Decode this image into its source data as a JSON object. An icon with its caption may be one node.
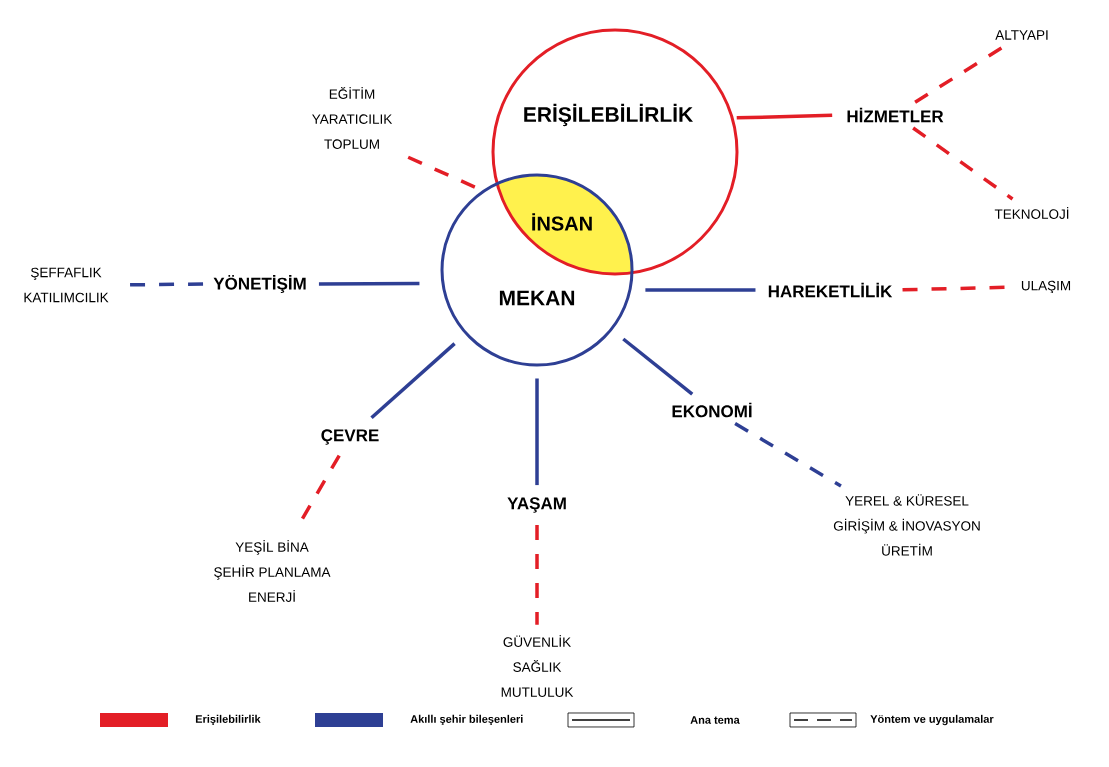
{
  "diagram": {
    "nodes": [
      {
        "text": [
          "ERİŞİLEBİLİRLİK"
        ]
      },
      {
        "text": [
          "MEKAN"
        ]
      },
      {
        "text": [
          "İNSAN"
        ]
      },
      {
        "text": [
          "EĞİTİM",
          "YARATICILIK",
          "TOPLUM"
        ]
      },
      {
        "text": [
          "HİZMETLER"
        ]
      },
      {
        "text": [
          "ALTYAPI"
        ]
      },
      {
        "text": [
          "TEKNOLOJİ"
        ]
      },
      {
        "text": [
          "ŞEFFAFLIK",
          "KATILIMCILIK"
        ]
      },
      {
        "text": [
          "YÖNETİŞİM"
        ]
      },
      {
        "text": [
          "HAREKETLİLİK"
        ]
      },
      {
        "text": [
          "ULAŞIM"
        ]
      },
      {
        "text": [
          "ÇEVRE"
        ]
      },
      {
        "text": [
          "YEŞİL BİNA",
          "ŞEHİR PLANLAMA",
          "ENERJİ"
        ]
      },
      {
        "text": [
          "YAŞAM"
        ]
      },
      {
        "text": [
          "GÜVENLİK",
          "SAĞLIK",
          "MUTLULUK"
        ]
      },
      {
        "text": [
          "EKONOMİ"
        ]
      },
      {
        "text": [
          "YEREL & KÜRESEL",
          "GİRİŞİM & İNOVASYON",
          "ÜRETİM"
        ]
      }
    ],
    "edges": [
      {
        "from": 2,
        "to": 3,
        "arrow": "none",
        "style": "dashed",
        "color": "#e31e26"
      },
      {
        "from": 0,
        "to": 4,
        "arrow": "none",
        "color": "#e31e26"
      },
      {
        "from": 4,
        "to": 5,
        "arrow": "none",
        "style": "dashed",
        "color": "#e31e26"
      },
      {
        "from": 4,
        "to": 6,
        "arrow": "none",
        "style": "dashed",
        "color": "#e31e26"
      },
      {
        "from": 8,
        "to": 7,
        "arrow": "none",
        "style": "dashed",
        "color": "#2e3f94"
      },
      {
        "from": 1,
        "to": 8,
        "arrow": "none",
        "color": "#2e3f94"
      },
      {
        "from": 1,
        "to": 9,
        "arrow": "none",
        "color": "#2e3f94"
      },
      {
        "from": 9,
        "to": 10,
        "arrow": "none",
        "style": "dashed",
        "color": "#e31e26"
      },
      {
        "from": 1,
        "to": 11,
        "arrow": "none",
        "color": "#2e3f94"
      },
      {
        "from": 11,
        "to": 12,
        "arrow": "none",
        "style": "dashed",
        "color": "#e31e26"
      },
      {
        "from": 1,
        "to": 13,
        "arrow": "none",
        "color": "#2e3f94"
      },
      {
        "from": 13,
        "to": 14,
        "arrow": "none",
        "style": "dashed",
        "color": "#e31e26"
      },
      {
        "from": 1,
        "to": 15,
        "arrow": "none",
        "color": "#2e3f94"
      },
      {
        "from": 15,
        "to": 16,
        "arrow": "none",
        "style": "dashed",
        "color": "#2e3f94"
      }
    ],
    "legend": [
      {
        "text": "Erişilebilirlik",
        "color": "#e31e26"
      },
      {
        "text": "Akıllı şehir bileşenleri",
        "color": "#2e3f94"
      },
      {
        "text": "Ana tema"
      },
      {
        "text": "Yöntem ve uygulamalar"
      }
    ]
  }
}
